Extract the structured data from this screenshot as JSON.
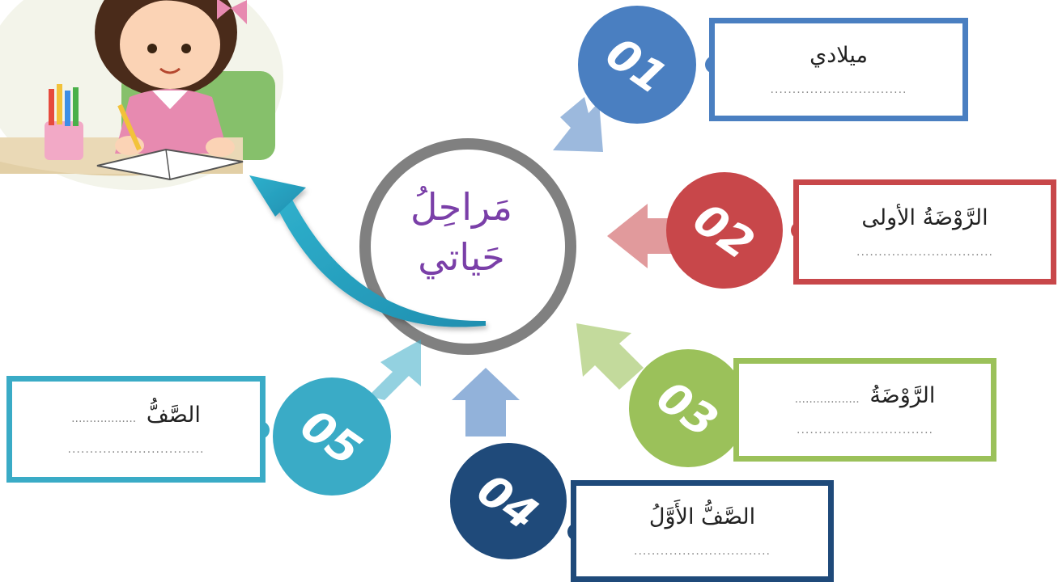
{
  "center": {
    "line1": "مَراحِلُ",
    "line2": "حَياتي",
    "color": "#7a3fa8"
  },
  "illustration": {
    "subject": "girl-writing-at-desk"
  },
  "stages": [
    {
      "number": "01",
      "label": "ميلادي",
      "prefix_blank": "",
      "blank": "...............................",
      "color": "#4a7fc1"
    },
    {
      "number": "02",
      "label": "الرَّوْضَةُ الأولى",
      "prefix_blank": "",
      "blank": "...............................",
      "color": "#c8474a"
    },
    {
      "number": "03",
      "label": "الرَّوْضَةُ",
      "prefix_blank": "..................",
      "blank": "...............................",
      "color": "#9bc15a"
    },
    {
      "number": "04",
      "label": "الصَّفُّ الأَوَّلُ",
      "prefix_blank": "",
      "blank": "...............................",
      "color": "#1f4a7a"
    },
    {
      "number": "05",
      "label": "الصَّفُّ",
      "prefix_blank": "..................",
      "blank": "...............................",
      "color": "#3aabc6"
    }
  ]
}
